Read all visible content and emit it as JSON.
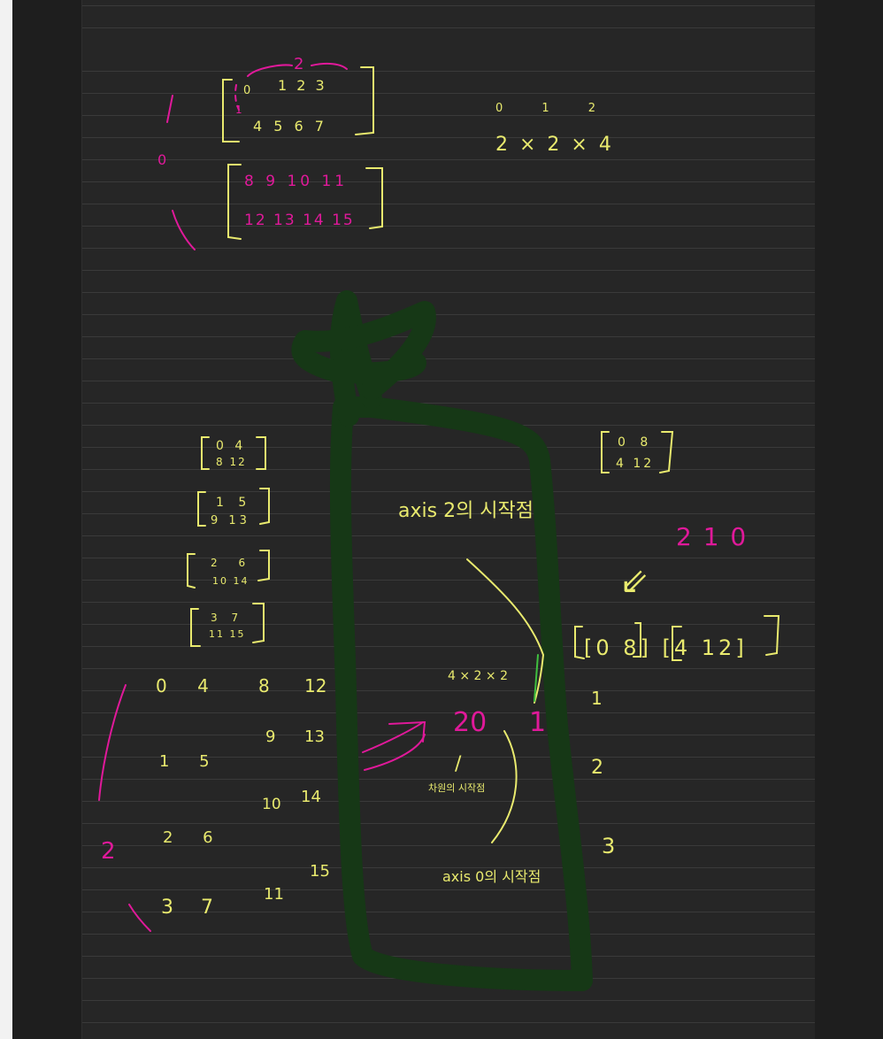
{
  "colors": {
    "yellow_ink": "#e9ea6e",
    "magenta_ink": "#e0199a",
    "green_highlighter": "#163816",
    "line_green": "#3fbf3f",
    "paper": "#262626",
    "ruled_line": "#3a3a3a"
  },
  "notes": {
    "top_matrix": {
      "index_top": "2",
      "index_left_top": "0",
      "index_left_bottom": "1",
      "row1": "1 2 3",
      "row2": "4 5 6 7"
    },
    "second_matrix": {
      "row1": "8 9 10 11",
      "row2": "12 13 14 15"
    },
    "side_index": {
      "a": "1",
      "b": "0"
    },
    "shape": {
      "axis_labels": "0 1 2",
      "expr": "2 × 2 × 4"
    },
    "left_pairs": [
      {
        "top": "0 4",
        "bottom": "8 12"
      },
      {
        "top": "1 5",
        "bottom": "9 13"
      },
      {
        "top": "2 6",
        "bottom": "10 14"
      },
      {
        "top": "3 7",
        "bottom": "11 15"
      }
    ],
    "grid": {
      "rows": [
        [
          "0 4",
          "8",
          "12"
        ],
        [
          "",
          "9",
          "13"
        ],
        [
          "1 5",
          "",
          ""
        ],
        [
          "",
          "10",
          "14"
        ],
        [
          "2 6",
          "",
          ""
        ],
        [
          "3 7",
          "11",
          "15"
        ]
      ],
      "side_label": "2"
    },
    "middle": {
      "axis2_note": "axis 2의 시작점",
      "calc": "4 × 2 × 2",
      "magenta_label": "20",
      "magenta_one": "1",
      "slash": "/",
      "second_start": "차원의 시작점",
      "axis0_note": "axis 0의 시작점"
    },
    "right": {
      "top_matrix_row1": "0 8",
      "top_matrix_row2": "4 12",
      "magenta_label": "2 1 0",
      "arrow": "⇙",
      "pair_row": "[0 8] [4 12]",
      "numbers": [
        "1",
        "2",
        "3"
      ]
    }
  }
}
